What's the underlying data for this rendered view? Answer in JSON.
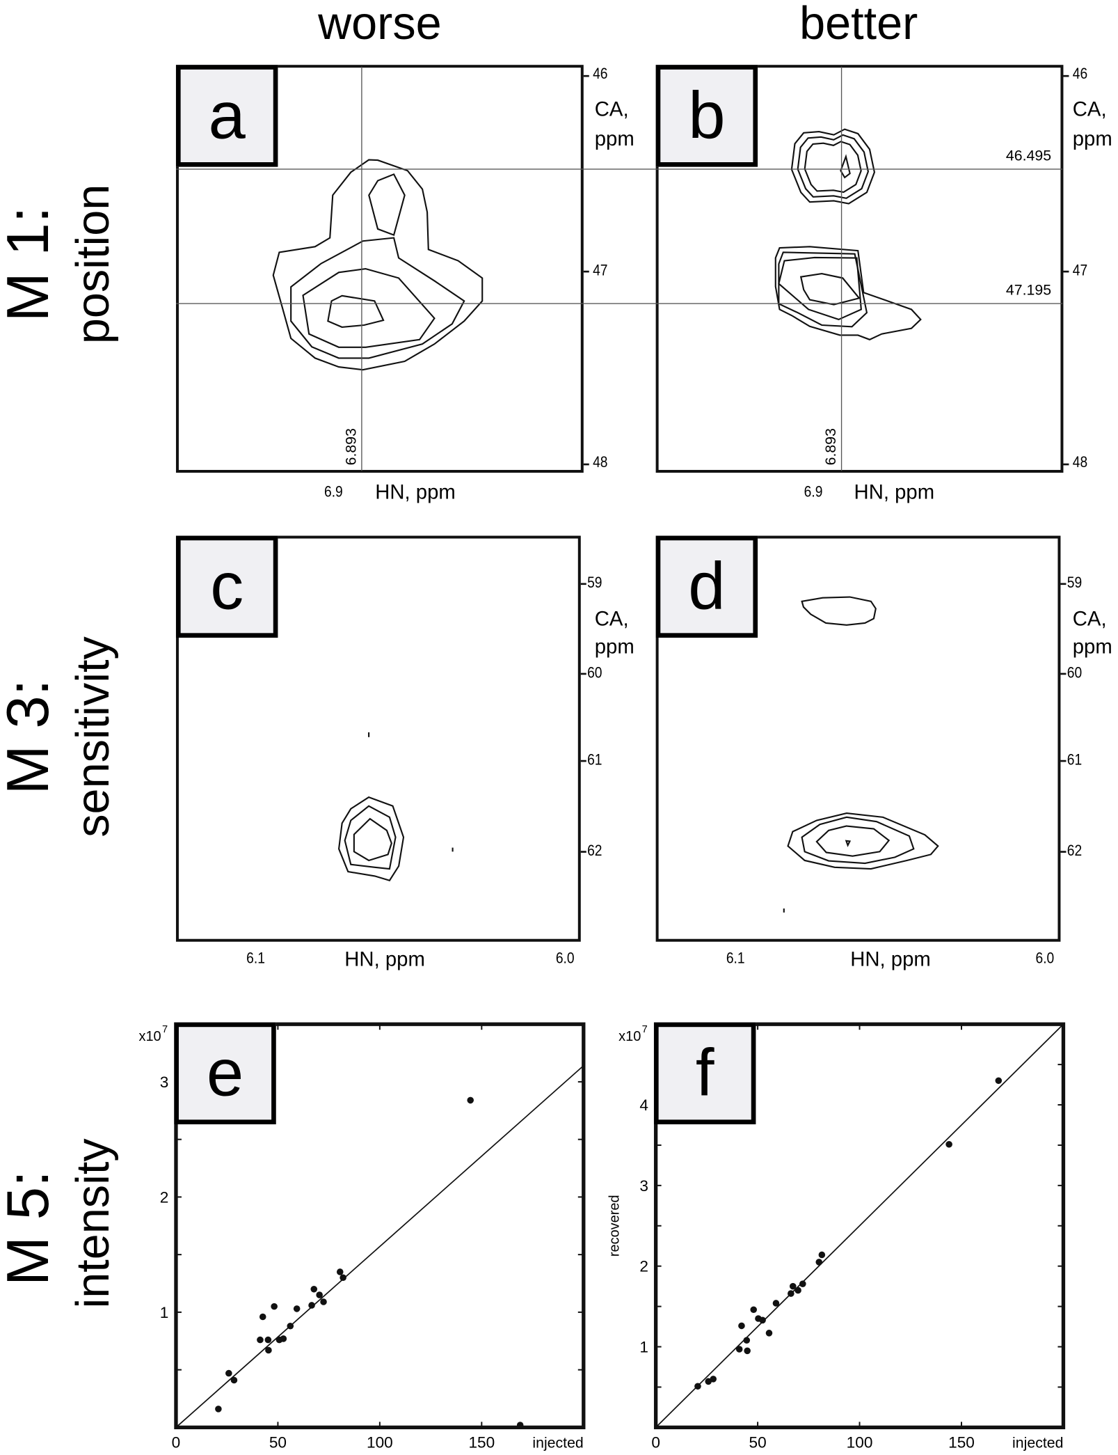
{
  "columns": {
    "left": "worse",
    "right": "better"
  },
  "rows": [
    {
      "metric": "M 1:",
      "name": "position"
    },
    {
      "metric": "M 3:",
      "name": "sensitivity"
    },
    {
      "metric": "M 5:",
      "name": "intensity"
    }
  ],
  "panels": {
    "a": {
      "label": "a",
      "y_ticks": [
        "46",
        "47",
        "48"
      ],
      "x_tick": "6.9",
      "x_label": "HN, ppm",
      "y_label_1": "CA,",
      "y_label_2": "ppm",
      "crosshair_x": "6.893"
    },
    "b": {
      "label": "b",
      "y_ticks": [
        "46",
        "47",
        "48"
      ],
      "x_tick": "6.9",
      "x_label": "HN, ppm",
      "y_label_1": "CA,",
      "y_label_2": "ppm",
      "crosshair_x": "6.893",
      "peak_1": "46.495",
      "peak_2": "47.195"
    },
    "c": {
      "label": "c",
      "y_ticks": [
        "59",
        "60",
        "61",
        "62"
      ],
      "x_ticks": [
        "6.1",
        "6.0"
      ],
      "x_label": "HN, ppm",
      "y_label_1": "CA,",
      "y_label_2": "ppm"
    },
    "d": {
      "label": "d",
      "y_ticks": [
        "59",
        "60",
        "61",
        "62"
      ],
      "x_ticks": [
        "6.1",
        "6.0"
      ],
      "x_label": "HN, ppm",
      "y_label_1": "CA,",
      "y_label_2": "ppm"
    }
  },
  "chart_data": [
    {
      "panel": "e",
      "type": "scatter",
      "title": "",
      "xlabel": "injected",
      "ylabel": "",
      "y_multiplier": "x10",
      "y_multiplier_exp": "7",
      "xlim": [
        0,
        200
      ],
      "ylim": [
        0,
        3.5
      ],
      "x_ticks": [
        0,
        50,
        100,
        150
      ],
      "y_ticks": [
        1,
        2,
        3
      ],
      "fit_line": {
        "x": [
          0,
          200
        ],
        "y": [
          0,
          3.14
        ]
      },
      "points": [
        [
          20.8,
          0.16
        ],
        [
          25.9,
          0.47
        ],
        [
          28.5,
          0.41
        ],
        [
          41.3,
          0.76
        ],
        [
          42.6,
          0.96
        ],
        [
          45.2,
          0.76
        ],
        [
          45.4,
          0.67
        ],
        [
          48.2,
          1.05
        ],
        [
          50.7,
          0.76
        ],
        [
          52.7,
          0.77
        ],
        [
          56.1,
          0.88
        ],
        [
          59.3,
          1.03
        ],
        [
          66.6,
          1.06
        ],
        [
          67.7,
          1.2
        ],
        [
          70.4,
          1.15
        ],
        [
          72.4,
          1.09
        ],
        [
          80.5,
          1.35
        ],
        [
          82.0,
          1.3
        ],
        [
          144.5,
          2.84
        ],
        [
          168.9,
          0.02
        ]
      ]
    },
    {
      "panel": "f",
      "type": "scatter",
      "title": "",
      "xlabel": "injected",
      "ylabel": "recovered",
      "y_multiplier": "x10",
      "y_multiplier_exp": "7",
      "xlim": [
        0,
        200
      ],
      "ylim": [
        0,
        5
      ],
      "x_ticks": [
        0,
        50,
        100,
        150
      ],
      "y_ticks": [
        1,
        2,
        3,
        4
      ],
      "fit_line": {
        "x": [
          0,
          200
        ],
        "y": [
          0,
          5
        ]
      },
      "points": [
        [
          20.6,
          0.51
        ],
        [
          25.8,
          0.57
        ],
        [
          28.2,
          0.6
        ],
        [
          41.0,
          0.97
        ],
        [
          42.1,
          1.26
        ],
        [
          44.6,
          1.08
        ],
        [
          44.9,
          0.95
        ],
        [
          48.0,
          1.46
        ],
        [
          50.3,
          1.35
        ],
        [
          52.4,
          1.33
        ],
        [
          55.6,
          1.17
        ],
        [
          59.0,
          1.54
        ],
        [
          66.3,
          1.66
        ],
        [
          67.3,
          1.75
        ],
        [
          69.8,
          1.7
        ],
        [
          72.1,
          1.78
        ],
        [
          80.1,
          2.05
        ],
        [
          81.5,
          2.14
        ],
        [
          143.9,
          3.51
        ],
        [
          168.2,
          4.3
        ]
      ]
    }
  ]
}
